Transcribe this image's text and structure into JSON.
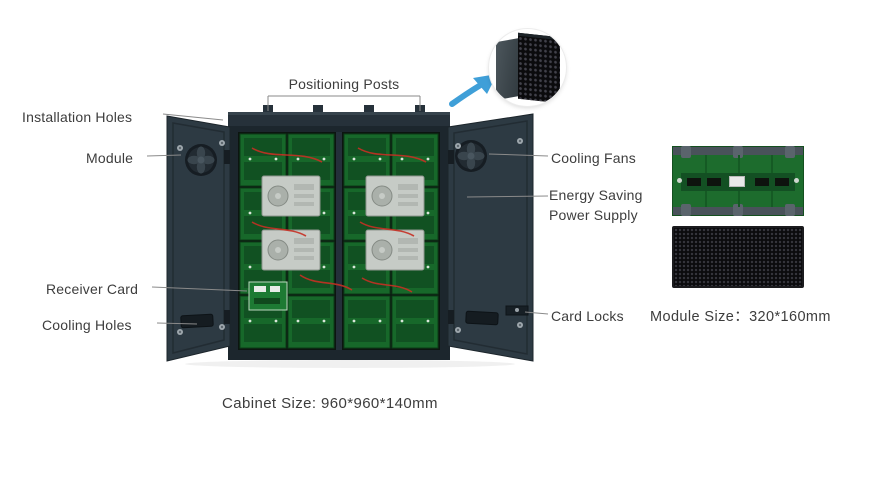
{
  "diagram": {
    "callouts": {
      "positioning_posts": "Positioning Posts",
      "installation_holes": "Installation Holes",
      "module": "Module",
      "receiver_card": "Receiver Card",
      "cooling_holes": "Cooling Holes",
      "cooling_fans": "Cooling Fans",
      "energy_saving_line1": "Energy Saving",
      "energy_saving_line2": "Power Supply",
      "card_locks": "Card Locks"
    },
    "captions": {
      "cabinet_size": "Cabinet Size: 960*960*140mm",
      "module_size": "Module Size：320*160mm"
    }
  },
  "colors": {
    "label_text": "#3d3d3d",
    "leader_line": "#8a8a8a",
    "arrow_blue": "#3f9fd8",
    "cabinet_frame": "#26313a",
    "door_panel": "#2d3a43",
    "pcb_green": "#17682a",
    "wire_red": "#c53023",
    "psu_silver": "#c6cbc6",
    "led_black": "#0b0b0d"
  }
}
